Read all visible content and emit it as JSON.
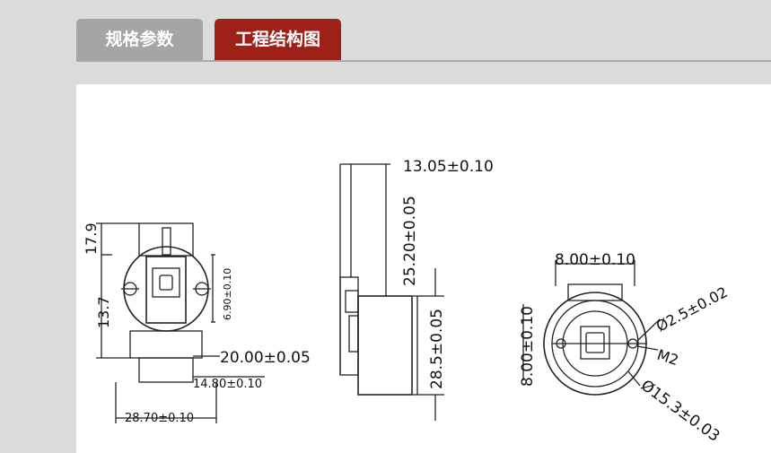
{
  "tabs": [
    {
      "label": "规格参数",
      "active": false
    },
    {
      "label": "工程结构图",
      "active": true
    }
  ],
  "colors": {
    "background": "#dcdcdc",
    "tab_inactive": "#a5a5a5",
    "tab_active": "#9e2119",
    "panel": "#ffffff"
  },
  "drawing": {
    "front": {
      "dim_top": "17.9",
      "dim_left": "13.7",
      "dim_inner": "6.90±0.10",
      "dim_height": "20.00±0.05",
      "dim_base": "14.80±0.10",
      "dim_width": "28.70±0.10"
    },
    "side": {
      "dim_depth": "13.05±0.10",
      "dim_upper": "25.20±0.05",
      "dim_lower": "28.5±0.05"
    },
    "bottom": {
      "dim_top": "8.00±0.10",
      "dim_side": "8.00±0.10",
      "dim_hole": "Ø2.5±0.02",
      "dim_thread": "M2",
      "dim_diameter": "Ø15.3±0.03"
    }
  }
}
